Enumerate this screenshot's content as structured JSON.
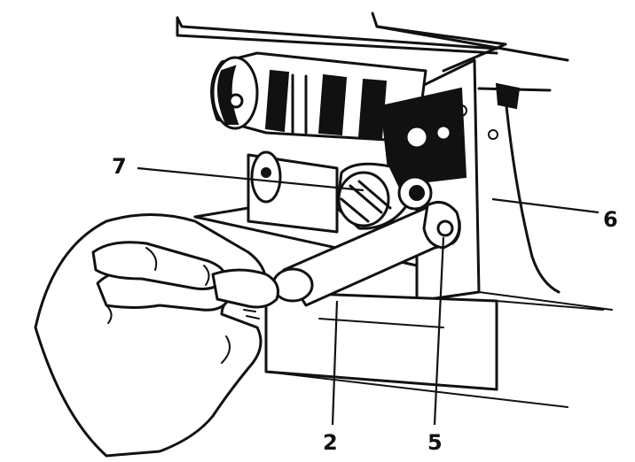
{
  "callouts": [
    {
      "id": "7",
      "label": "7"
    },
    {
      "id": "6",
      "label": "6"
    },
    {
      "id": "2",
      "label": "2"
    },
    {
      "id": "5",
      "label": "5"
    }
  ],
  "colors": {
    "ink": "#111111",
    "paper": "#ffffff"
  },
  "icons": [
    "hand-illustration",
    "wrench-illustration",
    "motor-clutch-illustration"
  ]
}
